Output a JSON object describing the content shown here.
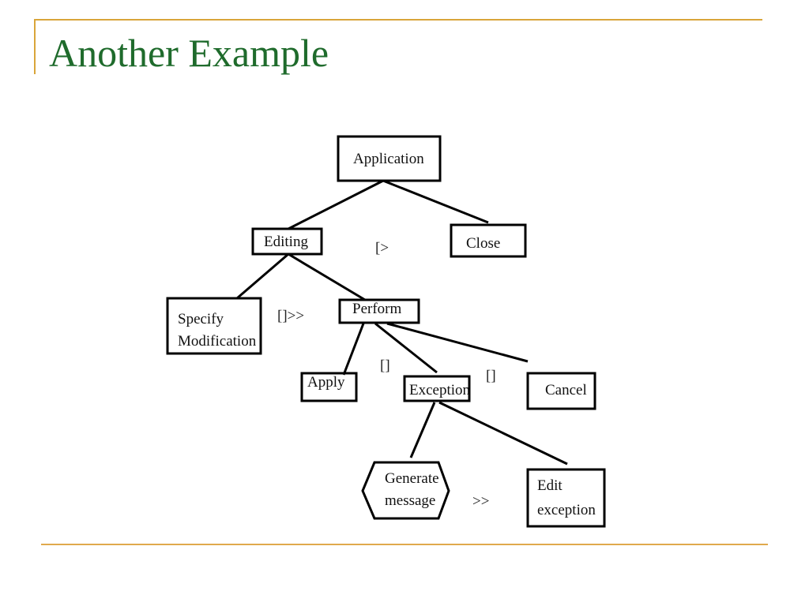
{
  "slide": {
    "title": "Another Example",
    "colors": {
      "title": "#1f6b2c",
      "rule": "#d9a53a",
      "lines": "#000000"
    }
  },
  "diagram": {
    "nodes": {
      "application": "Application",
      "editing": "Editing",
      "close": "Close",
      "specify_line1": "Specify",
      "specify_line2": "Modification",
      "perform": "Perform",
      "apply": "Apply",
      "exception": "Exception",
      "cancel": "Cancel",
      "generate_line1": "Generate",
      "generate_line2": "message",
      "edit_line1": "Edit",
      "edit_line2": "exception"
    },
    "operators": {
      "disabling": "[>",
      "enabling_info": "[]>>",
      "choice_1": "[]",
      "choice_2": "[]",
      "enabling": ">>"
    }
  }
}
